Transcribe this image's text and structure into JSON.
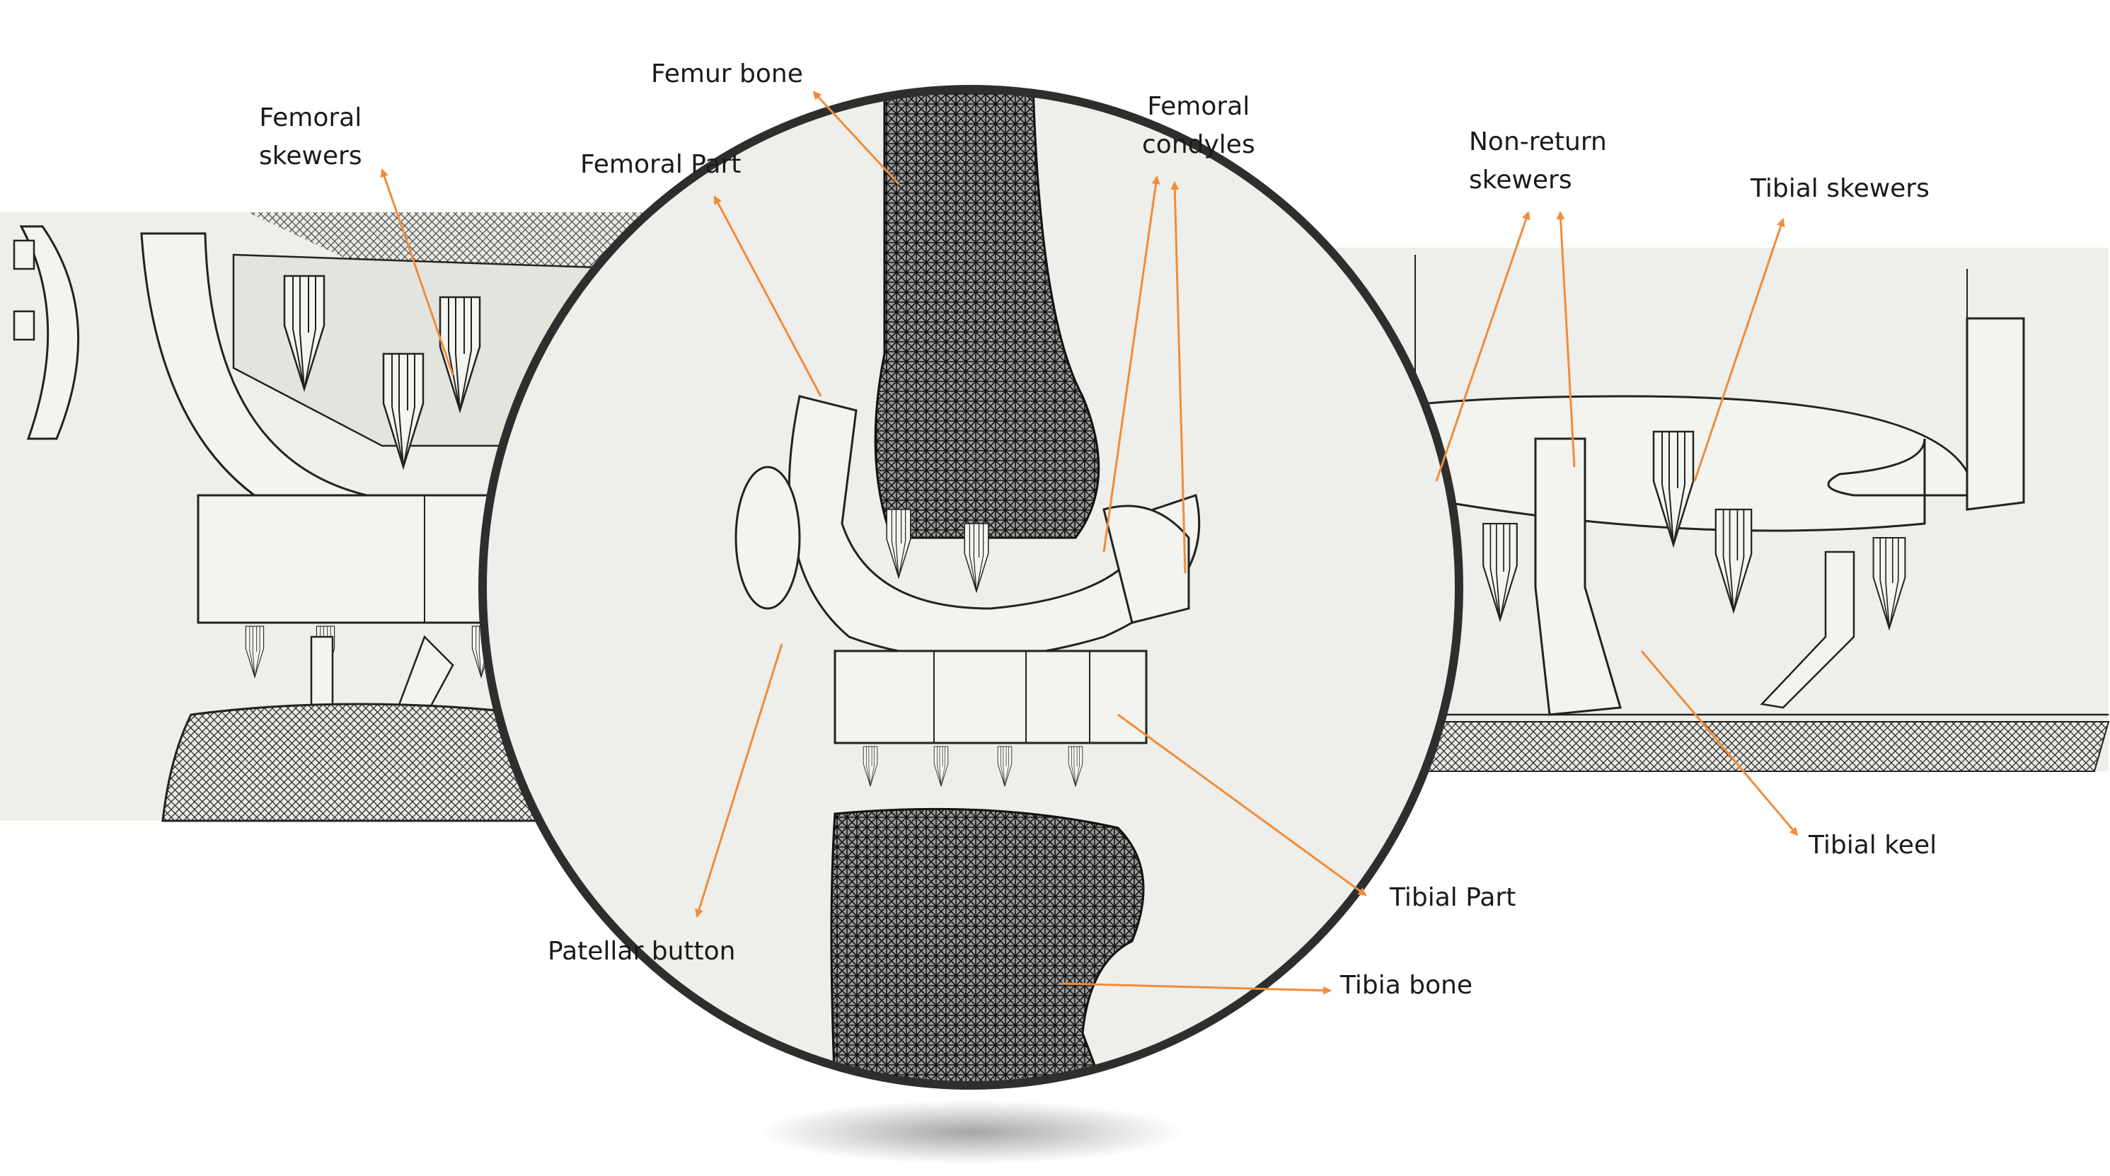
{
  "accent_color": "#f08c3a",
  "panels": {
    "left": "femoral-component-detail",
    "center": "knee-assembly-oval",
    "right": "tibial-component-detail"
  },
  "labels": {
    "femoral_skewers_1": "Femoral",
    "femoral_skewers_2": "skewers",
    "femoral_part": "Femoral Part",
    "femur_bone": "Femur bone",
    "femoral_condyles_1": "Femoral",
    "femoral_condyles_2": "condyles",
    "non_return_skewers_1": "Non-return",
    "non_return_skewers_2": "skewers",
    "tibial_skewers": "Tibial skewers",
    "tibial_keel": "Tibial keel",
    "tibial_part": "Tibial Part",
    "patellar_button": "Patellar button",
    "tibia_bone": "Tibia bone"
  }
}
